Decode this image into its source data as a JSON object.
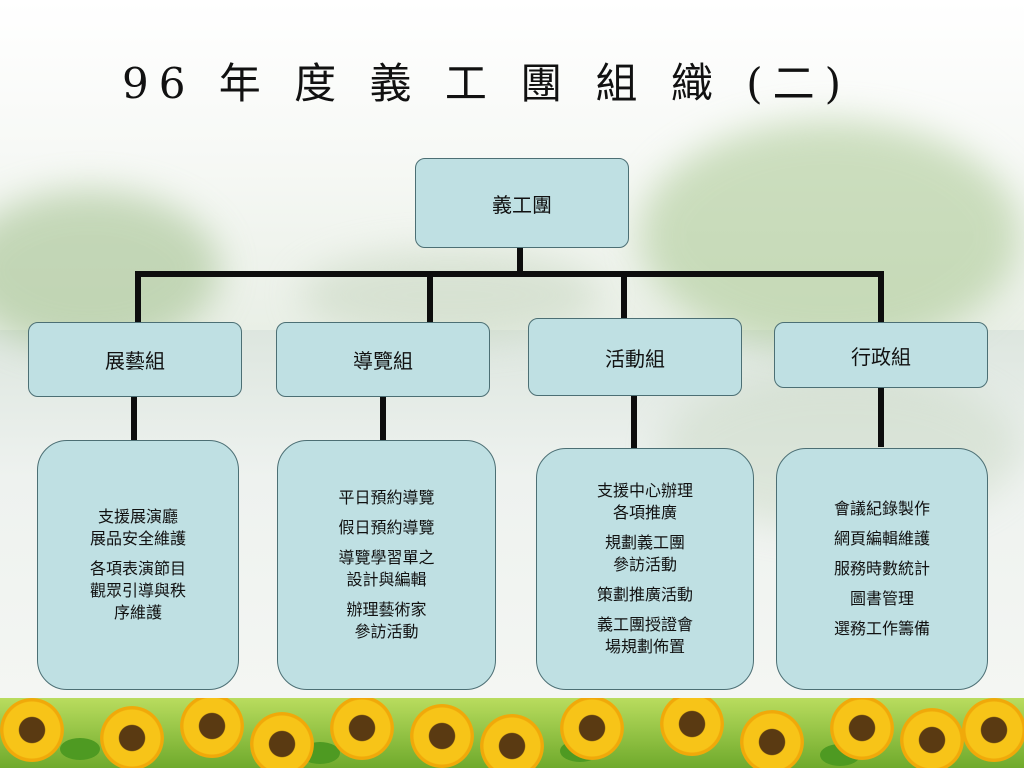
{
  "title": "96 年 度 義 工 團 組 織 (二)",
  "root": {
    "label": "義工團"
  },
  "groups": [
    {
      "label": "展藝組",
      "items": [
        "支援展演廳\n展品安全維護",
        "各項表演節目\n觀眾引導與秩\n序維護"
      ]
    },
    {
      "label": "導覽組",
      "items": [
        "平日預約導覽",
        "假日預約導覽",
        "導覽學習單之\n設計與編輯",
        "辦理藝術家\n參訪活動"
      ]
    },
    {
      "label": "活動組",
      "items": [
        "支援中心辦理\n各項推廣",
        "規劃義工團\n參訪活動",
        "策劃推廣活動",
        "義工團授證會\n場規劃佈置"
      ]
    },
    {
      "label": "行政組",
      "items": [
        "會議紀錄製作",
        "網頁編輯維護",
        "服務時數統計",
        "圖書管理",
        "選務工作籌備"
      ]
    }
  ],
  "colors": {
    "box_fill": "#bfe0e3",
    "box_border": "#4c6f74",
    "connector": "#0d0d0d"
  }
}
